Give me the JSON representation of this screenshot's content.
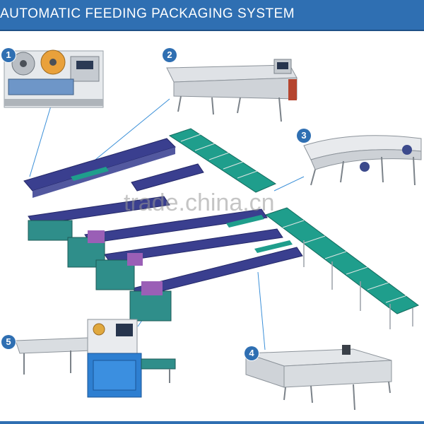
{
  "header": {
    "title": "AUTOMATIC FEEDING PACKAGING SYSTEM"
  },
  "callouts": [
    {
      "number": "1",
      "icon": "printer-unit-icon"
    },
    {
      "number": "2",
      "icon": "sorting-conveyor-icon"
    },
    {
      "number": "3",
      "icon": "curved-conveyor-icon"
    },
    {
      "number": "4",
      "icon": "cartoning-machine-icon"
    },
    {
      "number": "5",
      "icon": "flow-wrapper-icon"
    }
  ],
  "watermark": {
    "text": "trade.china.cn"
  },
  "colors": {
    "header": "#2f6fb2",
    "conveyor_belt": "#1f9e8c",
    "machine_frame": "#3a3f8f",
    "steel": "#c9cdd2",
    "machine_blue": "#2e7fd1"
  }
}
